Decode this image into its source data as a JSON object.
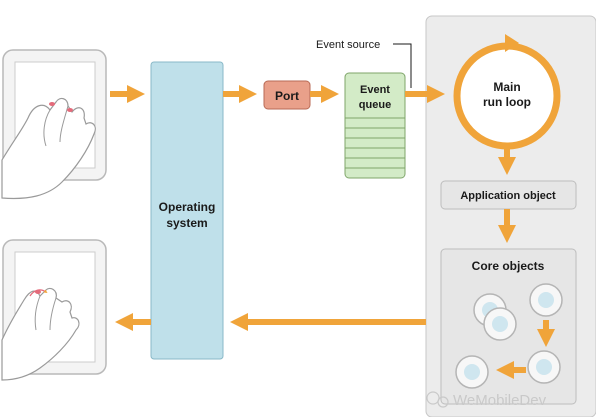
{
  "diagram": {
    "event_source": "Event source",
    "port": "Port",
    "event_queue": [
      "Event",
      "queue"
    ],
    "main_run_loop": [
      "Main",
      "run loop"
    ],
    "operating_system": [
      "Operating",
      "system"
    ],
    "application_object": "Application object",
    "core_objects": "Core objects",
    "watermark": "WeMobileDev"
  },
  "colors": {
    "arrow": "#f0a43a",
    "os_fill": "#bfe0ea",
    "port_fill": "#e9a08a",
    "queue_fill": "#d3ebc7",
    "panel_fill": "#ececec"
  }
}
